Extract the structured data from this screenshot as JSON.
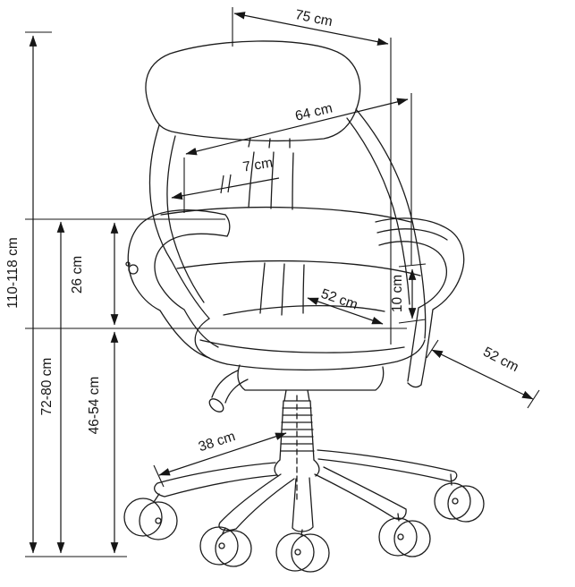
{
  "diagram": {
    "unit": "cm",
    "labels": {
      "overall_height": "110-118 cm",
      "backrest_height": "72-80 cm",
      "seat_height": "46-54 cm",
      "armrest_above_seat": "26 cm",
      "top_width": "75 cm",
      "backrest_width": "64 cm",
      "armrest_gap": "7 cm",
      "seat_width": "52 cm",
      "armrest_pad_height": "10 cm",
      "seat_depth": "52 cm",
      "base_leg_length": "38 cm"
    },
    "colors": {
      "line": "#1c1c1c",
      "background": "#ffffff"
    }
  }
}
